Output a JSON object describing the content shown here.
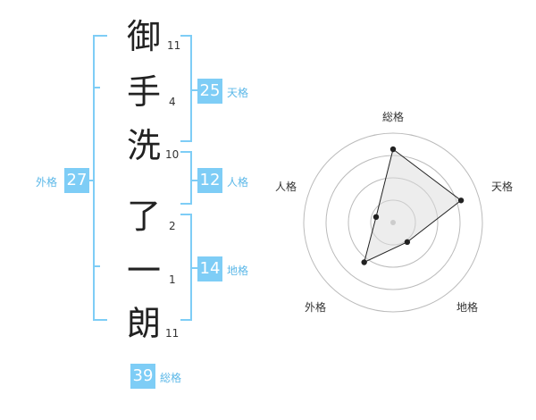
{
  "name": {
    "chars": [
      {
        "char": "御",
        "strokes": "11"
      },
      {
        "char": "手",
        "strokes": "4"
      },
      {
        "char": "洗",
        "strokes": "10"
      },
      {
        "char": "了",
        "strokes": "2"
      },
      {
        "char": "一",
        "strokes": "1"
      },
      {
        "char": "朗",
        "strokes": "11"
      }
    ]
  },
  "fortune": {
    "tenkaku": {
      "value": "25",
      "label": "天格"
    },
    "jinkaku": {
      "value": "12",
      "label": "人格"
    },
    "chikaku": {
      "value": "14",
      "label": "地格"
    },
    "gaikaku": {
      "value": "27",
      "label": "外格"
    },
    "soukaku": {
      "value": "39",
      "label": "総格"
    }
  },
  "colors": {
    "accent": "#7ecdf6",
    "accent_text": "#5cb8e8",
    "bracket": "#7ecdf6"
  },
  "chart_data": {
    "type": "radar",
    "axes": [
      "総格",
      "天格",
      "地格",
      "外格",
      "人格"
    ],
    "values": [
      0.82,
      0.8,
      0.27,
      0.55,
      0.2
    ],
    "rings": 4
  }
}
